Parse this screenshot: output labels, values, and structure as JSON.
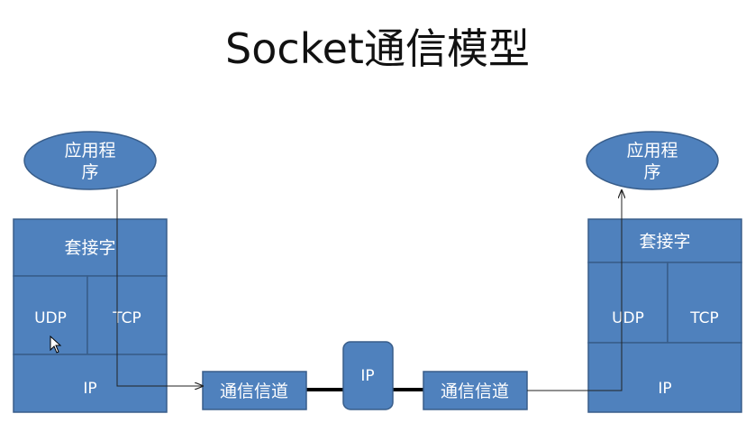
{
  "title": "Socket通信模型",
  "colors": {
    "box_fill": "#4f81bd",
    "box_stroke": "#385d8a",
    "label_text": "#ffffff",
    "arrow": "#222222",
    "channel_link": "#000000"
  },
  "left_host": {
    "app": {
      "line1": "应用程",
      "line2": "序"
    },
    "socket": "套接字",
    "udp": "UDP",
    "tcp": "TCP",
    "ip": "IP"
  },
  "right_host": {
    "app": {
      "line1": "应用程",
      "line2": "序"
    },
    "socket": "套接字",
    "udp": "UDP",
    "tcp": "TCP",
    "ip": "IP"
  },
  "channel_left": "通信信道",
  "channel_right": "通信信道",
  "middle_router": "IP",
  "icons": [
    "mouse-cursor-icon"
  ]
}
